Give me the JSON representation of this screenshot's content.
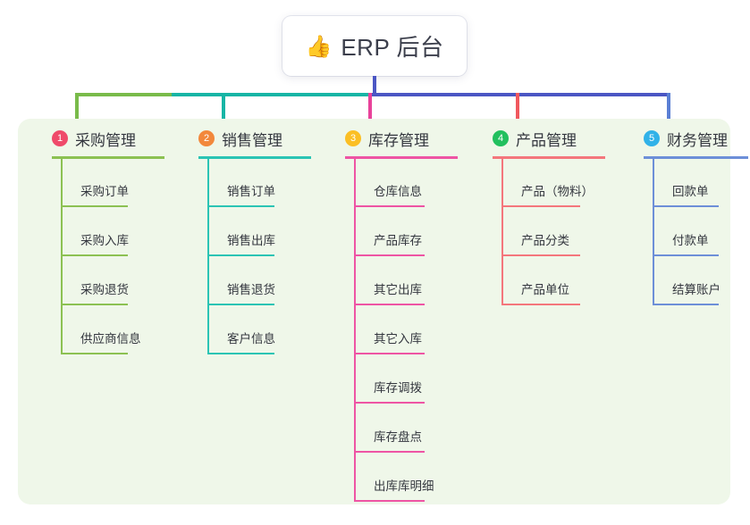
{
  "root": {
    "emoji": "👍",
    "icon_name": "thumbs-up-icon",
    "title": "ERP 后台"
  },
  "colors": {
    "panel_bg": "#eff7e9",
    "trunk": "#4b56c4",
    "bus_green": "#79bb4a",
    "bus_teal": "#17b5a5",
    "bus_indigo": "#4b56c4"
  },
  "columns": [
    {
      "number": "1",
      "title": "采购管理",
      "badge_color": "#ef4a6a",
      "line_color": "#8cc152",
      "drop_color": "#79bb4a",
      "items": [
        {
          "label": "采购订单"
        },
        {
          "label": "采购入库"
        },
        {
          "label": "采购退货"
        },
        {
          "label": "供应商信息"
        }
      ]
    },
    {
      "number": "2",
      "title": "销售管理",
      "badge_color": "#f2883c",
      "line_color": "#2bc4b4",
      "drop_color": "#17b5a5",
      "items": [
        {
          "label": "销售订单"
        },
        {
          "label": "销售出库"
        },
        {
          "label": "销售退货"
        },
        {
          "label": "客户信息"
        }
      ]
    },
    {
      "number": "3",
      "title": "库存管理",
      "badge_color": "#fbbf24",
      "line_color": "#ee54a4",
      "drop_color": "#e8429a",
      "items": [
        {
          "label": "仓库信息"
        },
        {
          "label": "产品库存"
        },
        {
          "label": "其它出库"
        },
        {
          "label": "其它入库"
        },
        {
          "label": "库存调拨"
        },
        {
          "label": "库存盘点"
        },
        {
          "label": "出库库明细"
        }
      ]
    },
    {
      "number": "4",
      "title": "产品管理",
      "badge_color": "#22c05e",
      "line_color": "#f4767c",
      "drop_color": "#f0585e",
      "items": [
        {
          "label": "产品（物料）"
        },
        {
          "label": "产品分类"
        },
        {
          "label": "产品单位"
        }
      ]
    },
    {
      "number": "5",
      "title": "财务管理",
      "badge_color": "#31b2e8",
      "line_color": "#6d8fd8",
      "drop_color": "#5a7fd4",
      "items": [
        {
          "label": "回款单"
        },
        {
          "label": "付款单"
        },
        {
          "label": "结算账户"
        }
      ]
    }
  ]
}
